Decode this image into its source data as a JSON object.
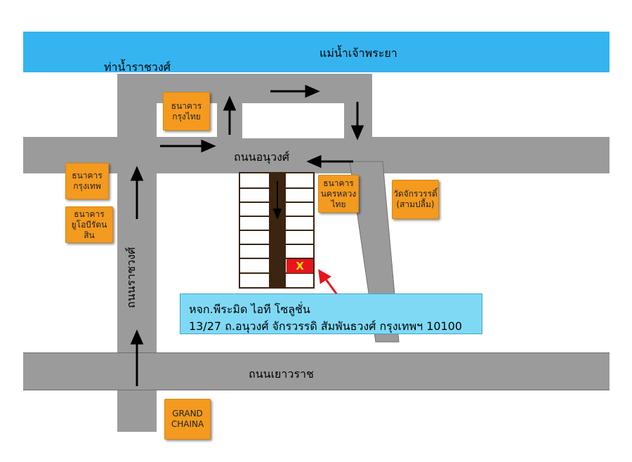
{
  "river": {
    "label": "แม่น้ำเจ้าพระยา",
    "color": "#36b4ef"
  },
  "labels": {
    "pier": "ท่าน้ำราชวงศ์",
    "anuwong_road": "ถนนอนุวงศ์",
    "ratchawong_road": "ถนนราชวงศ์",
    "yaowarat_road": "ถนนเยาวราช"
  },
  "banks": {
    "ktb_top": [
      "ธนาคาร",
      "กรุงไทย"
    ],
    "bbl": [
      "ธนาคาร",
      "กรุงเทพ"
    ],
    "uob": [
      "ธนาคาร",
      "ยูโอบีรัตนสิน"
    ],
    "nakhon": [
      "ธนาคาร",
      "นครหลวงไทย"
    ],
    "wat": [
      "วัดจักรวรรดิ์",
      "(สามปลื้ม)"
    ],
    "grand_china": [
      "GRAND",
      "CHAINA"
    ]
  },
  "marker": {
    "label": "X",
    "color": "#e8141c"
  },
  "info": {
    "name": "หจก.พีระมิด ไอที โซลูชั่น",
    "address": "13/27 ถ.อนุวงศ์ จักรวรรดิ สัมพันธวงศ์ กรุงเทพฯ 10100"
  },
  "colors": {
    "road": "#9b9b9b",
    "bank": "#f39a1f",
    "building_dark": "#3b2410",
    "info_box": "#7fd9f5",
    "pointer": "#e8141c"
  }
}
